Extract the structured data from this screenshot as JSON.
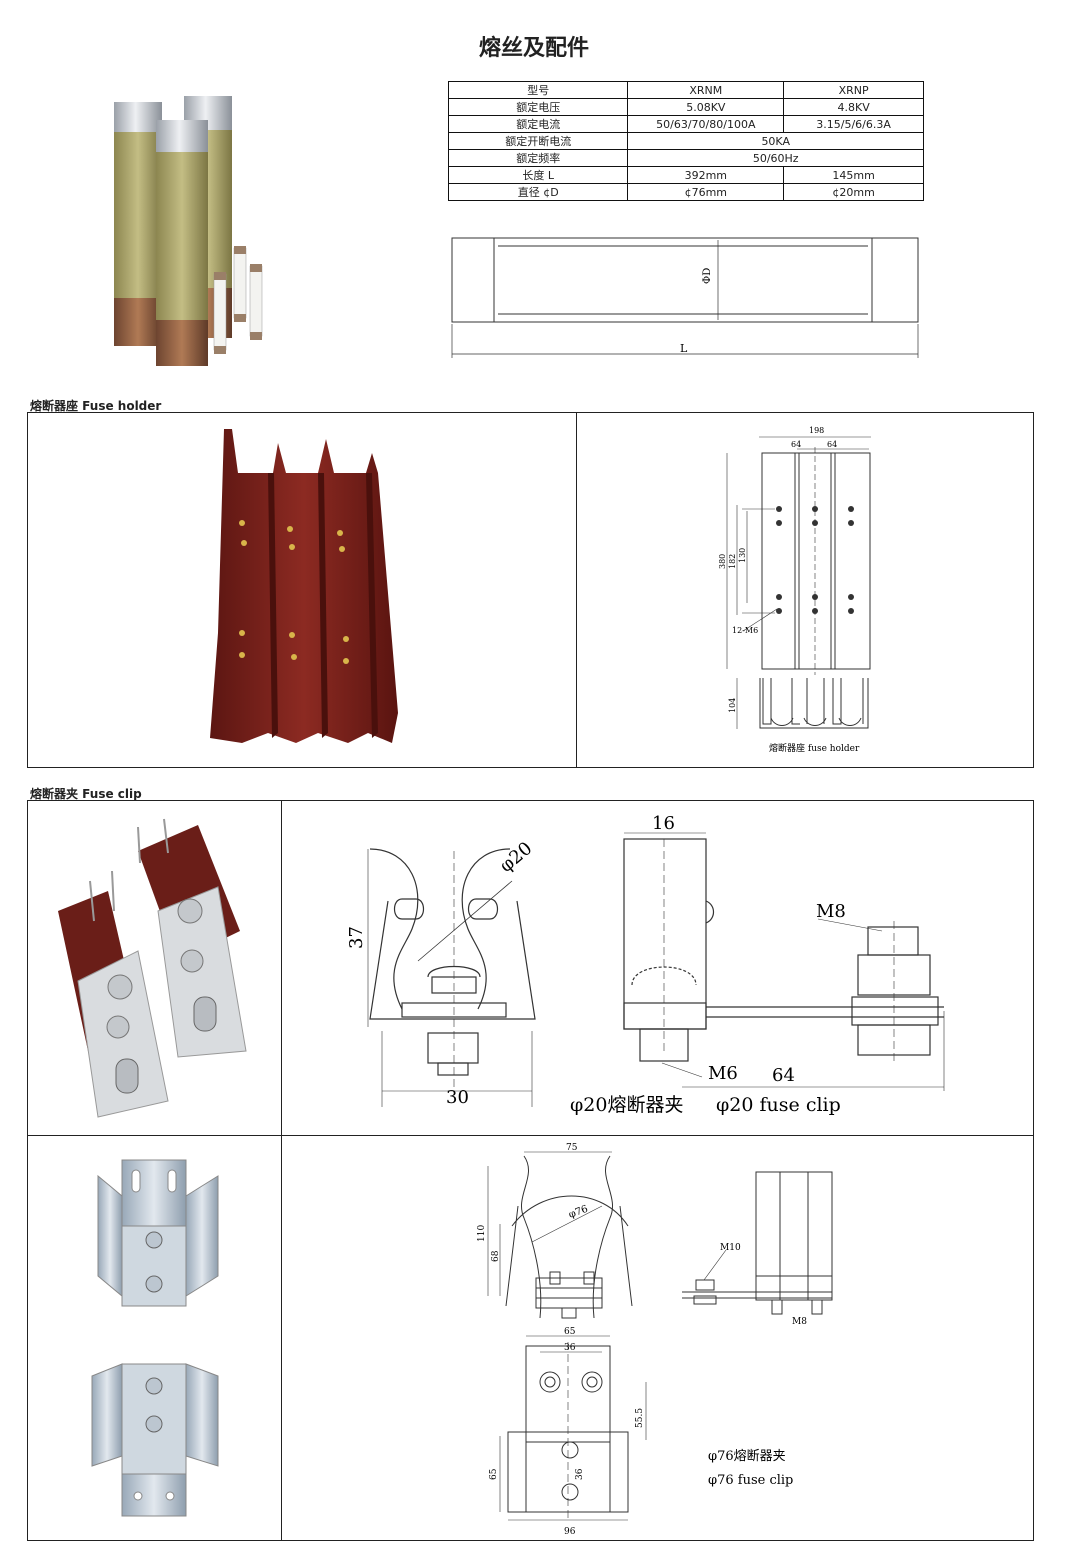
{
  "title": "熔丝及配件",
  "spec_table": {
    "rows": [
      [
        "型号",
        "XRNM",
        "XRNP"
      ],
      [
        "额定电压",
        "5.08KV",
        "4.8KV"
      ],
      [
        "额定电流",
        "50/63/70/80/100A",
        "3.15/5/6/6.3A"
      ],
      [
        "额定开断电流",
        "50KA"
      ],
      [
        "额定频率",
        "50/60Hz"
      ],
      [
        "长度 L",
        "392mm",
        "145mm"
      ],
      [
        "直径 ¢D",
        "¢76mm",
        "¢20mm"
      ]
    ]
  },
  "fuse_diagram": {
    "dim_d": "ΦD",
    "dim_l": "L"
  },
  "sections": {
    "fuse_holder": "熔断器座 Fuse holder",
    "fuse_clip": "熔断器夹 Fuse clip"
  },
  "holder_drawing": {
    "dim_198": "198",
    "dim_64a": "64",
    "dim_64b": "64",
    "dim_380": "380",
    "dim_182": "182",
    "dim_130": "130",
    "dim_12m6": "12-M6",
    "dim_104": "104",
    "caption": "熔断器座 fuse holder"
  },
  "clip20_drawing": {
    "phi20": "φ20",
    "dim_37": "37",
    "dim_30": "30",
    "dim_16": "16",
    "m8": "M8",
    "m6": "M6",
    "dim_64": "64",
    "caption_cn": "φ20熔断器夹",
    "caption_en": "φ20 fuse clip"
  },
  "clip76_drawing": {
    "dim_75": "75",
    "phi76": "φ76",
    "dim_110": "110",
    "dim_68": "68",
    "m10": "M10",
    "m8": "M8",
    "dim_65a": "65",
    "dim_36a": "36",
    "dim_555": "55.5",
    "dim_65b": "65",
    "dim_36b": "36",
    "dim_96": "96",
    "caption_cn": "φ76熔断器夹",
    "caption_en": "φ76 fuse clip"
  },
  "colors": {
    "fuse_tube": "#a9a36a",
    "metal_cap": "#c8ccd2",
    "copper_base": "#8a5a3c",
    "holder_red": "#7a1f1a",
    "brass": "#d4b24a",
    "zinc": "#b7c3cf"
  }
}
